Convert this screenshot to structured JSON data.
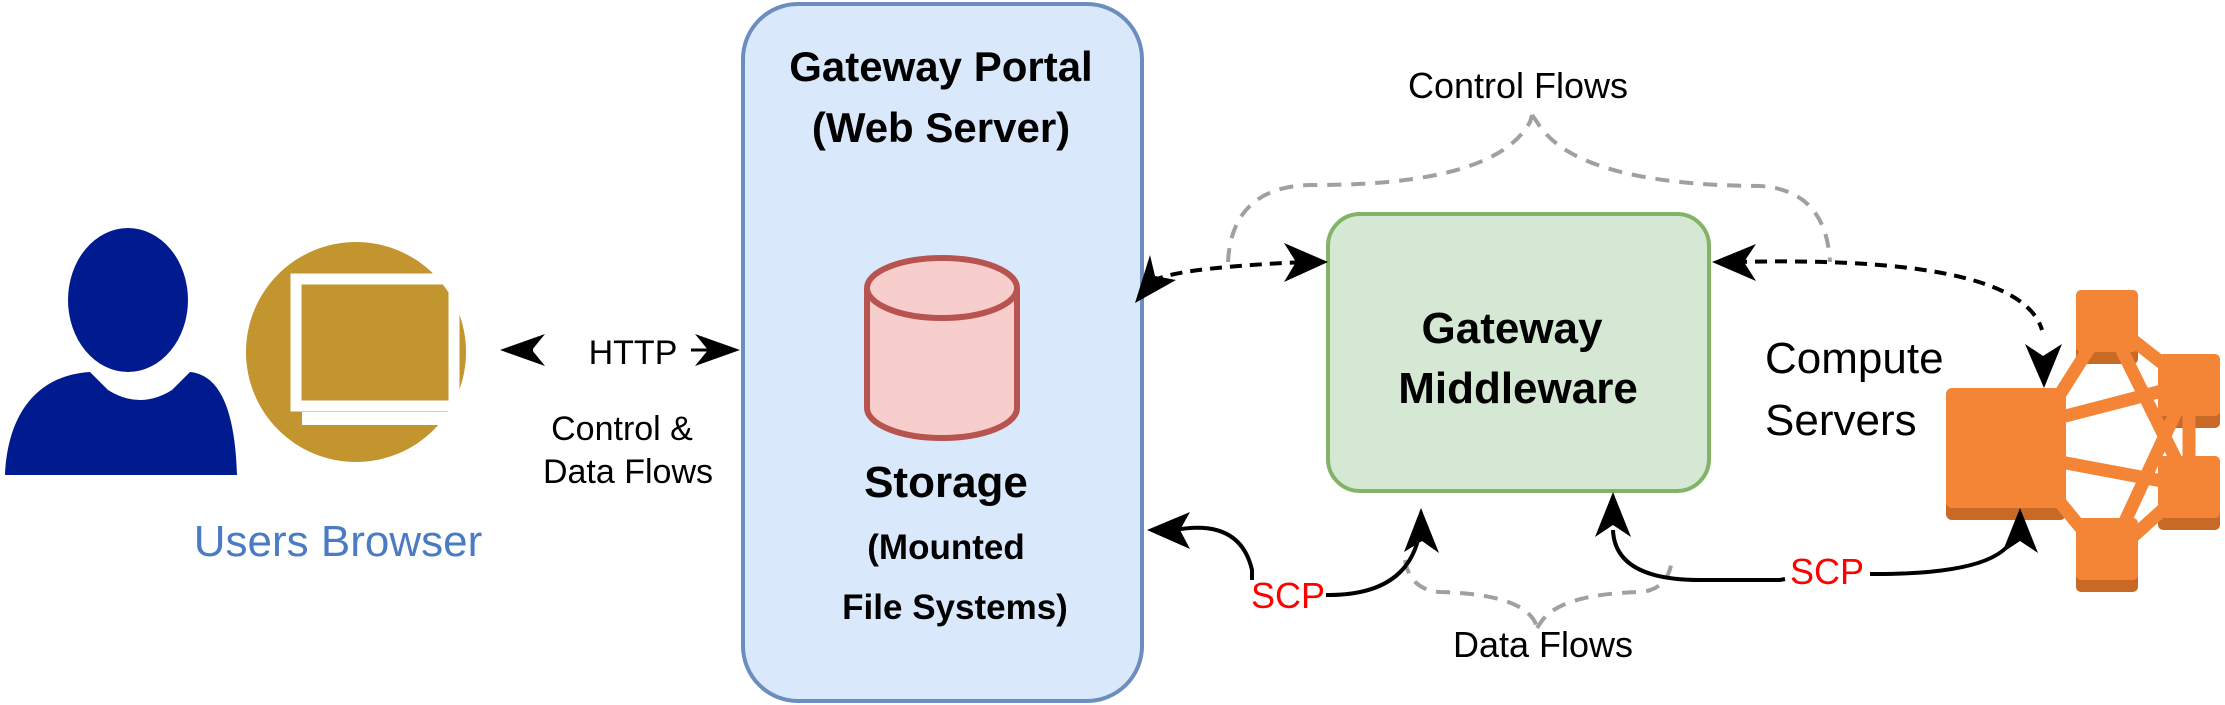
{
  "users_browser_label": "Users Browser",
  "http_label": "HTTP",
  "control_data_flows_label": [
    "Control &",
    "Data Flows"
  ],
  "portal_title": [
    "Gateway Portal",
    "(Web Server)"
  ],
  "storage_label": "Storage",
  "storage_sublabel": [
    "(Mounted",
    "File Systems)"
  ],
  "control_flows_label": "Control Flows",
  "middleware_label": [
    "Gateway",
    "Middleware"
  ],
  "compute_servers_label": [
    "Compute",
    "Servers"
  ],
  "scp_left_label": "SCP",
  "scp_right_label": "SCP",
  "data_flows_label": "Data Flows",
  "colors": {
    "user_icon": "#001b8f",
    "browser_circle": "#c2952e",
    "users_browser_text": "#4a7bc3",
    "portal_fill": "#dae8fc",
    "portal_stroke": "#6c8ebf",
    "storage_fill": "#f8cecc",
    "storage_stroke": "#b85450",
    "middleware_fill": "#d5e8d4",
    "middleware_stroke": "#82b366",
    "compute_orange": "#f58536",
    "compute_orange_dark": "#c86a26",
    "scp_text": "#ff0000",
    "dashed_gray": "#a0a0a0"
  }
}
